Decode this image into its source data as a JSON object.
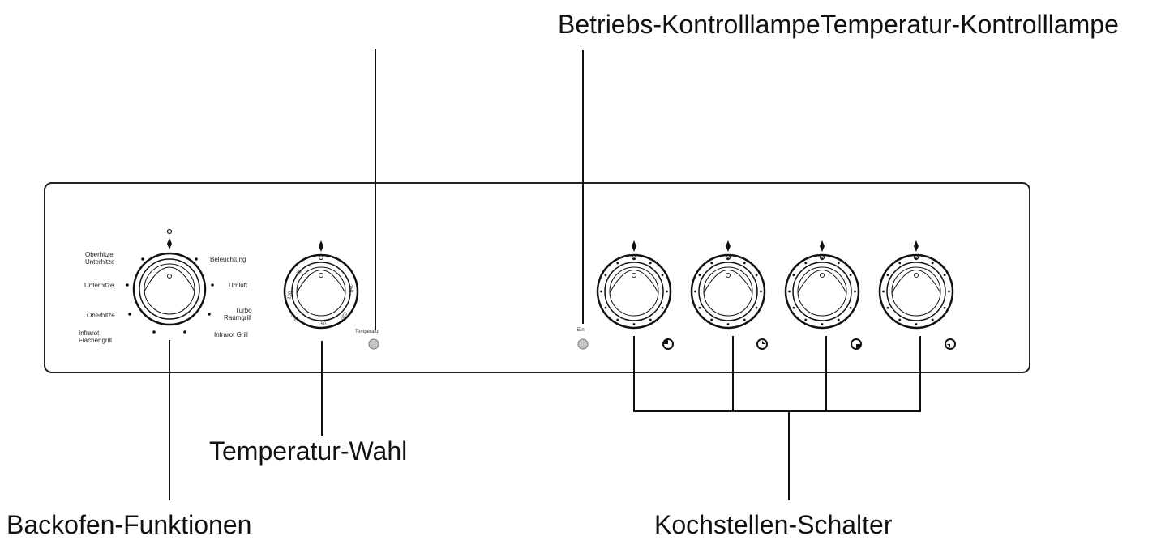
{
  "callouts": {
    "top_right": "Betriebs-KontrolllampeTemperatur-Kontrolllampe",
    "temperature_select": "Temperatur-Wahl",
    "oven_functions": "Backofen-Funktionen",
    "hob_switches": "Kochstellen-Schalter"
  },
  "panel": {
    "function_dial_labels": {
      "top_left": "Oberhitze\nUnterhitze",
      "left": "Unterhitze",
      "lower_left": "Oberhitze",
      "bottom_left": "Infrarot\nFlächengrill",
      "top_right": "Beleuchtung",
      "right": "Umluft",
      "lower_right": "Turbo\nRaumgrill",
      "bottom_right": "Infrarot Grill"
    },
    "temperature_lamp_label": "Temperatur",
    "operation_lamp_label": "Ein"
  },
  "colors": {
    "ink": "#111111",
    "lamp": "#bdbdbd"
  }
}
